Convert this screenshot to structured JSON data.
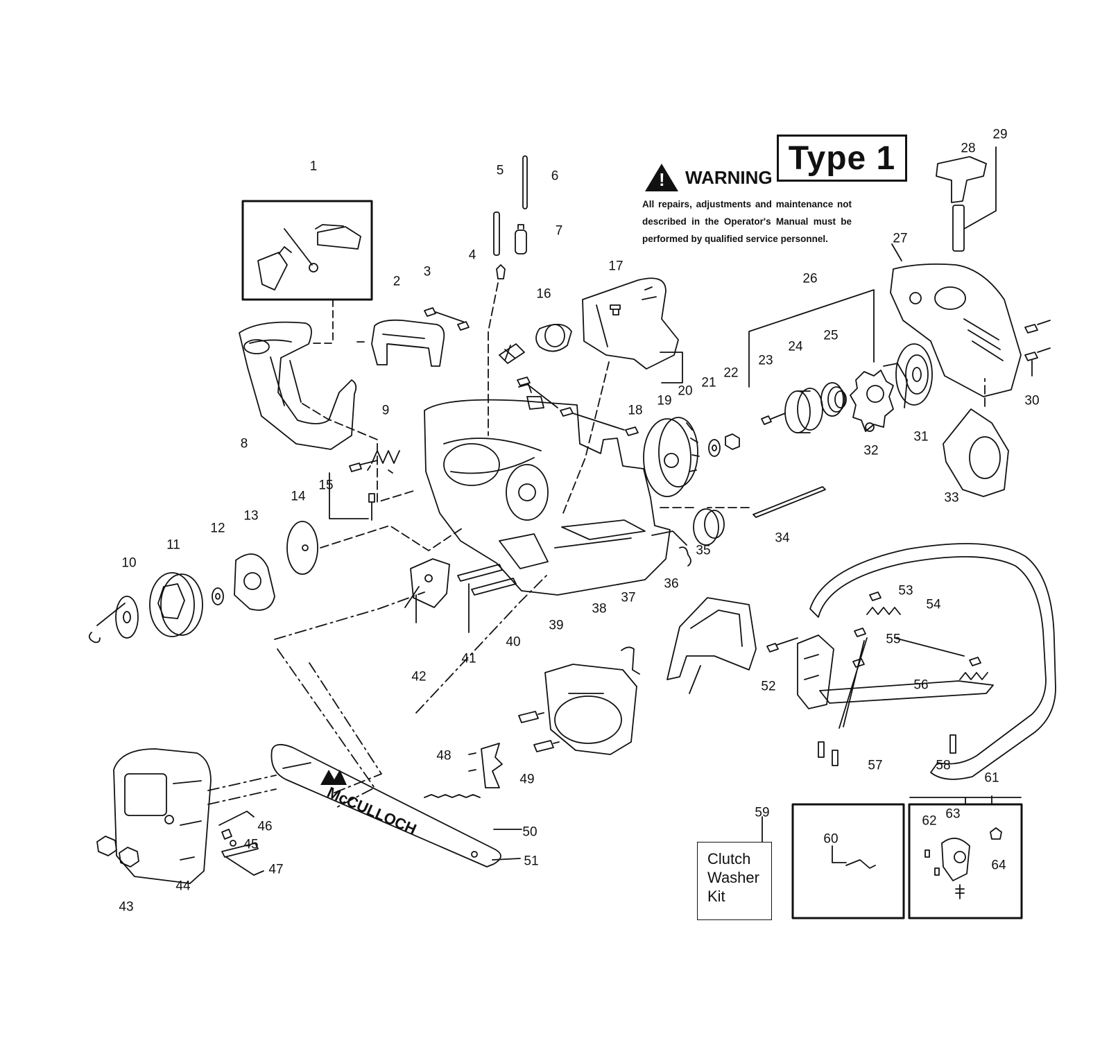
{
  "header": {
    "type_label": "Type 1",
    "warning_title": "WARNING",
    "warning_symbol": "!",
    "warning_text": "All repairs, adjustments and maintenance not described in the Operator's Manual must be performed by qualified service personnel."
  },
  "kit_box": {
    "lines": [
      "Clutch",
      "Washer",
      "Kit"
    ]
  },
  "bar_brand": "McCULLOCH",
  "part_numbers": [
    "1",
    "2",
    "3",
    "4",
    "5",
    "6",
    "7",
    "8",
    "9",
    "10",
    "11",
    "12",
    "13",
    "14",
    "15",
    "16",
    "17",
    "18",
    "19",
    "20",
    "21",
    "22",
    "23",
    "24",
    "25",
    "26",
    "27",
    "28",
    "29",
    "30",
    "31",
    "32",
    "33",
    "34",
    "35",
    "36",
    "37",
    "38",
    "39",
    "40",
    "41",
    "42",
    "43",
    "44",
    "45",
    "46",
    "47",
    "48",
    "49",
    "50",
    "51",
    "52",
    "53",
    "54",
    "55",
    "56",
    "57",
    "58",
    "59",
    "60",
    "61",
    "62",
    "63",
    "64"
  ]
}
